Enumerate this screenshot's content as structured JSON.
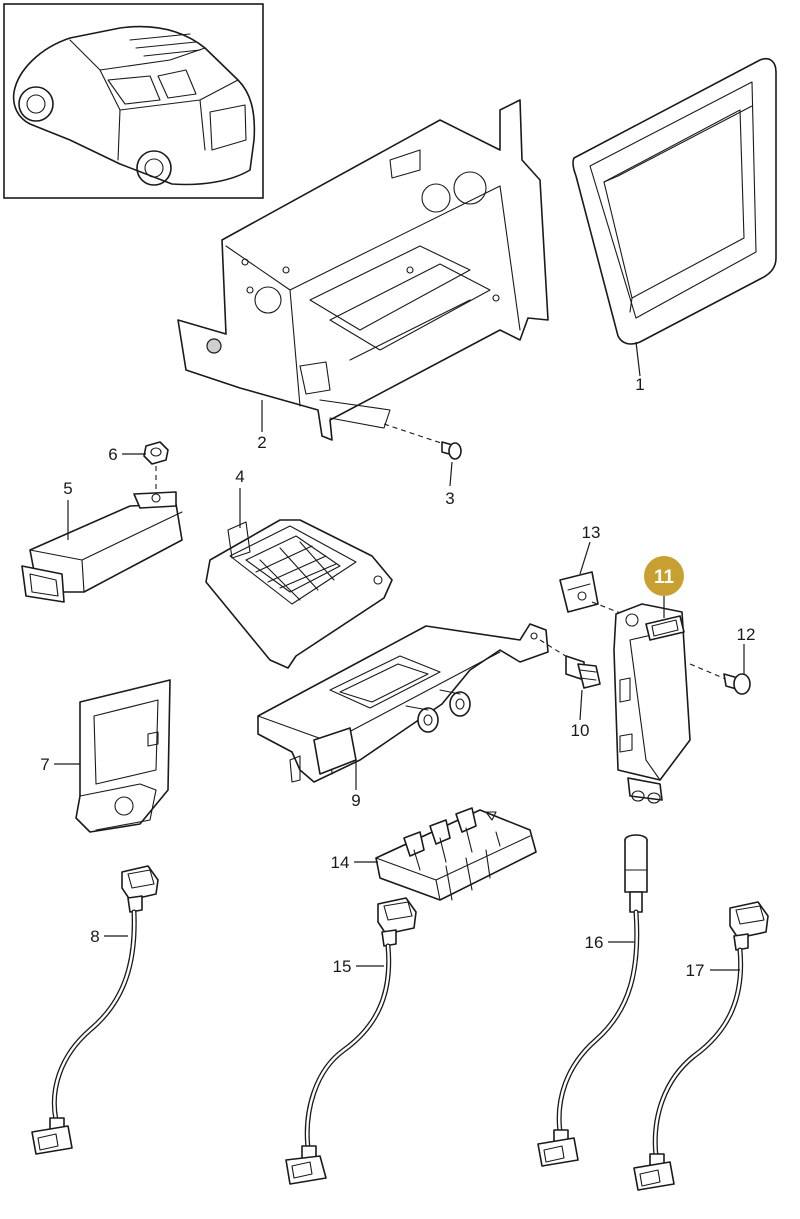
{
  "highlight_color": "#c8a032",
  "parts": [
    {
      "id": "1",
      "label": "1"
    },
    {
      "id": "2",
      "label": "2"
    },
    {
      "id": "3",
      "label": "3"
    },
    {
      "id": "4",
      "label": "4"
    },
    {
      "id": "5",
      "label": "5"
    },
    {
      "id": "6",
      "label": "6"
    },
    {
      "id": "7",
      "label": "7"
    },
    {
      "id": "8",
      "label": "8"
    },
    {
      "id": "9",
      "label": "9"
    },
    {
      "id": "10",
      "label": "10"
    },
    {
      "id": "11",
      "label": "11",
      "highlighted": true
    },
    {
      "id": "12",
      "label": "12"
    },
    {
      "id": "13",
      "label": "13"
    },
    {
      "id": "14",
      "label": "14"
    },
    {
      "id": "15",
      "label": "15"
    },
    {
      "id": "16",
      "label": "16"
    },
    {
      "id": "17",
      "label": "17"
    }
  ]
}
